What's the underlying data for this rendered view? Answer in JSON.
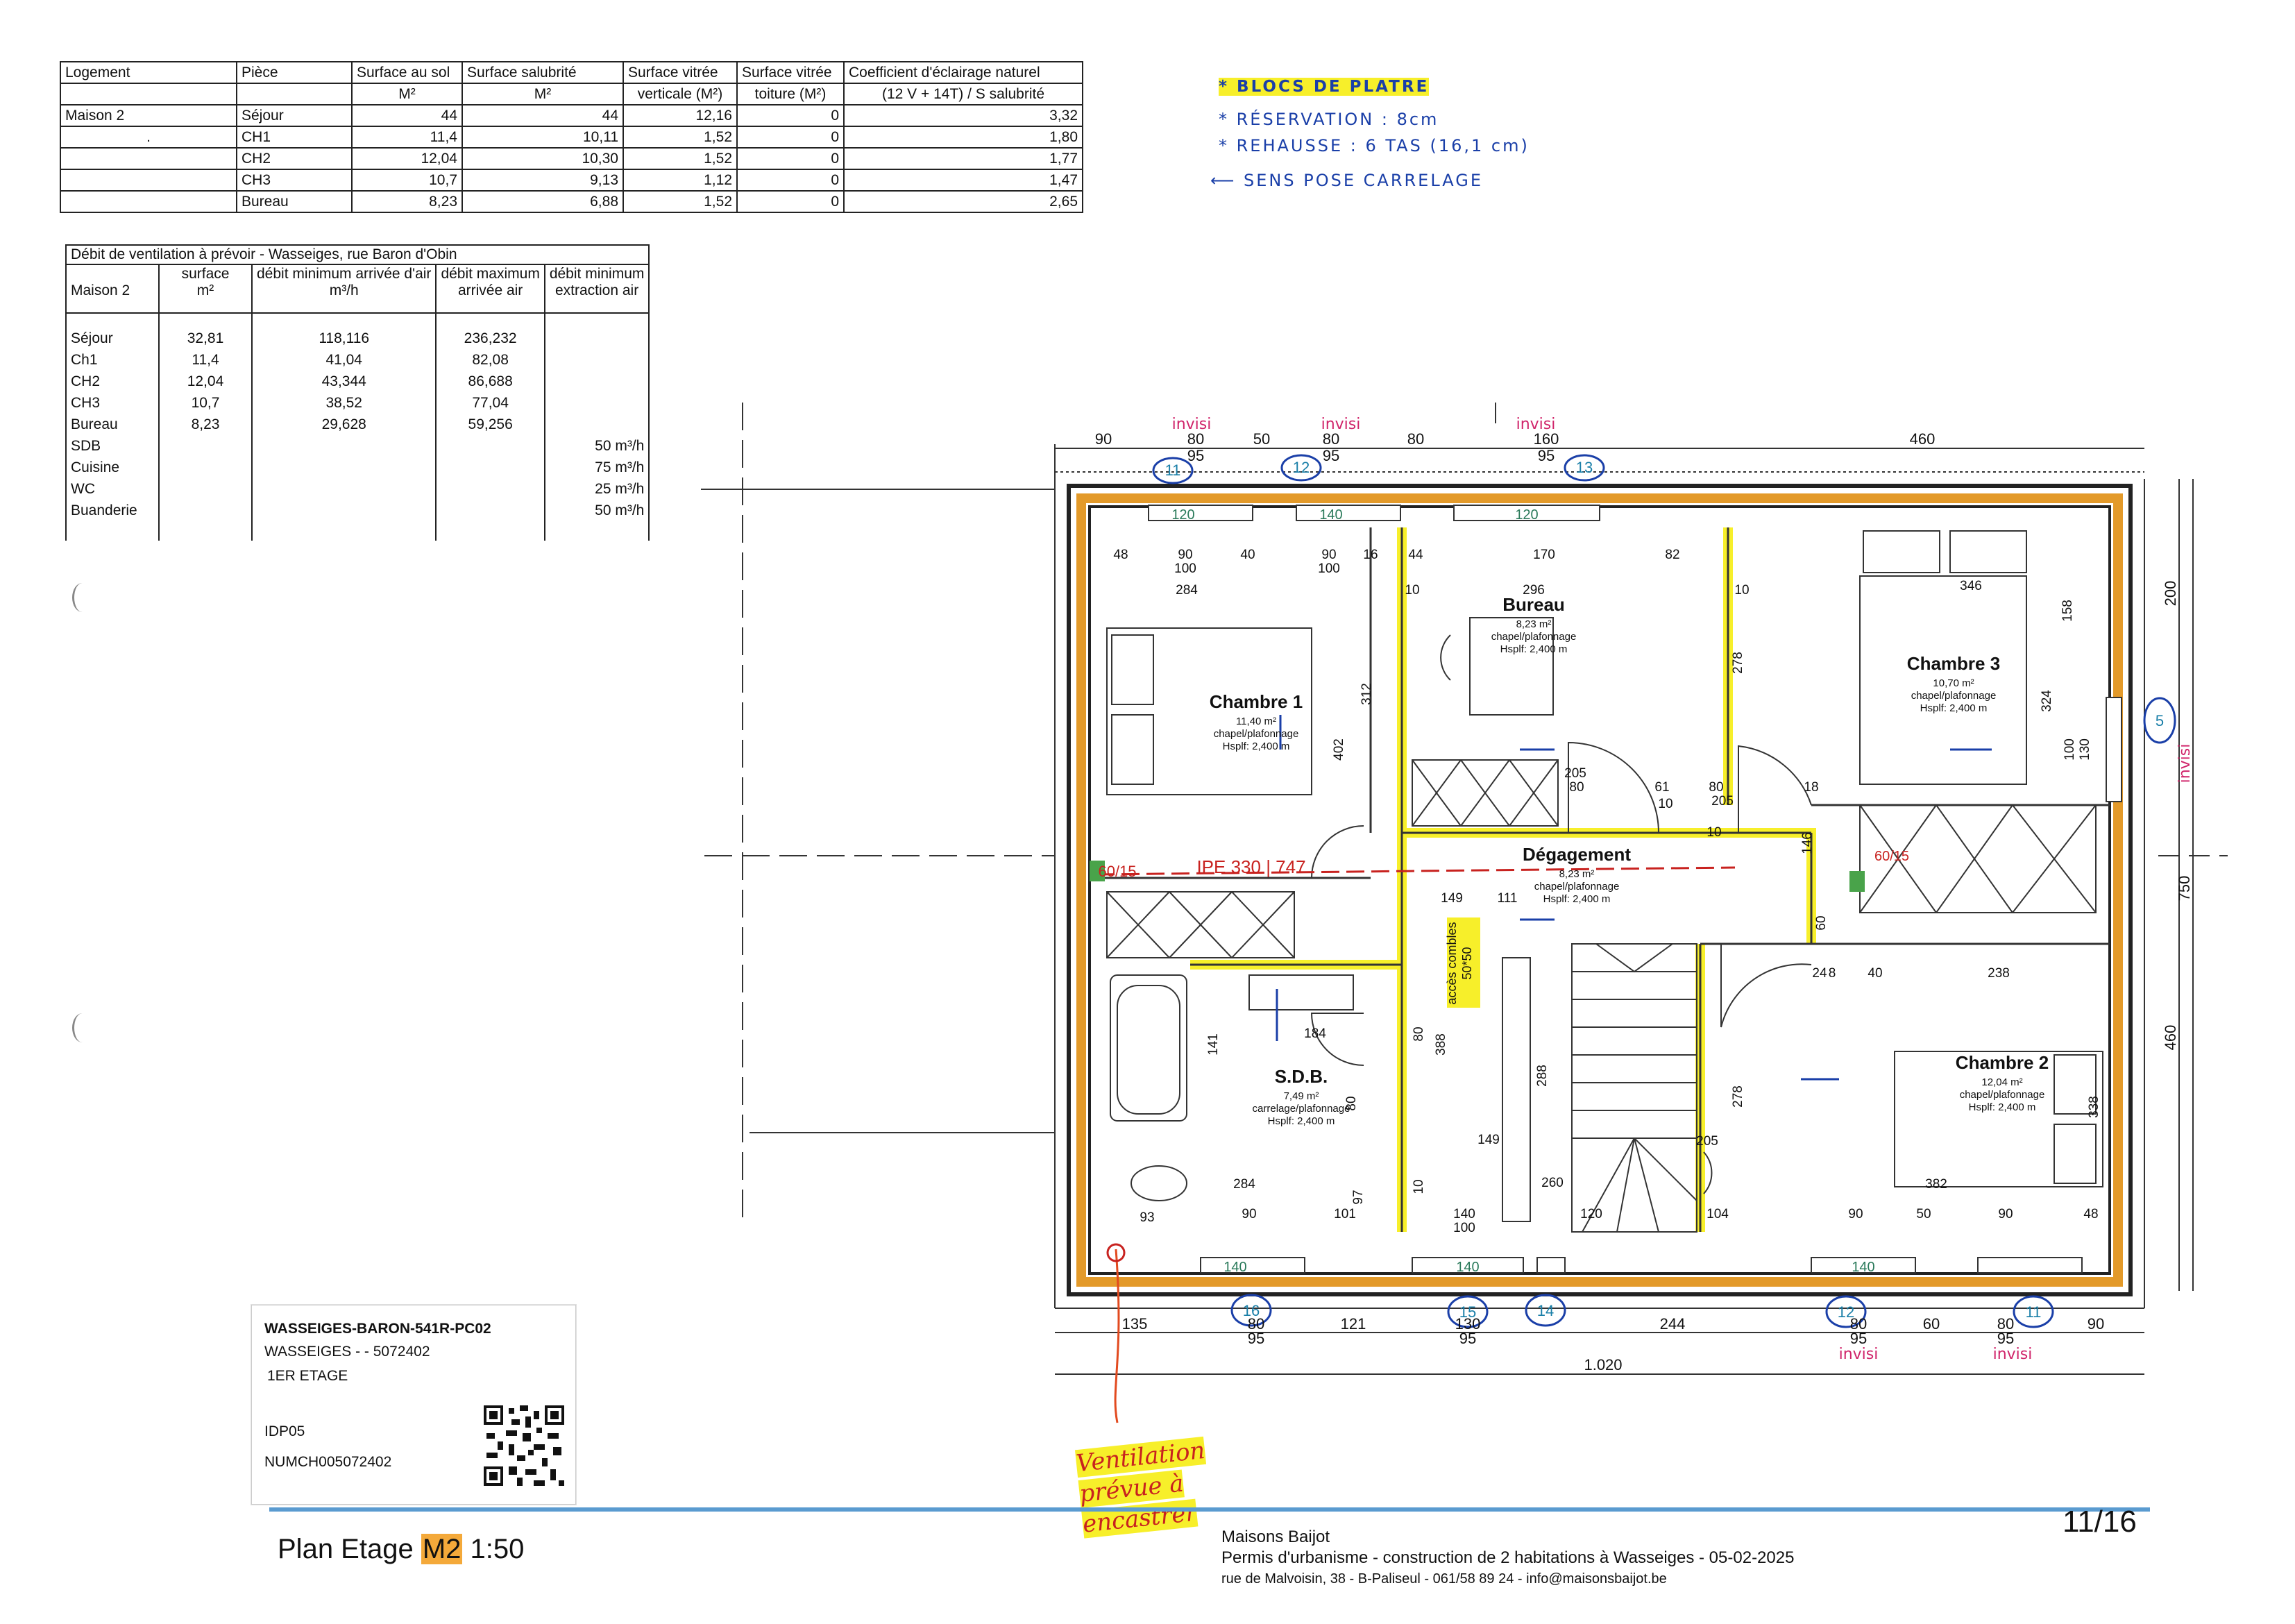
{
  "table_logement": {
    "header1": [
      "Logement",
      "Pièce",
      "Surface au sol",
      "Surface salubrité",
      "Surface vitrée",
      "Surface vitrée",
      "Coefficient d'éclairage naturel"
    ],
    "header2": [
      "",
      "",
      "M²",
      "M²",
      "verticale (M²)",
      "toiture (M²)",
      "(12 V + 14T) / S salubrité"
    ],
    "rows": [
      [
        "Maison 2",
        "Séjour",
        "44",
        "44",
        "12,16",
        "0",
        "3,32"
      ],
      [
        ".",
        "CH1",
        "11,4",
        "10,11",
        "1,52",
        "0",
        "1,80"
      ],
      [
        "",
        "CH2",
        "12,04",
        "10,30",
        "1,52",
        "0",
        "1,77"
      ],
      [
        "",
        "CH3",
        "10,7",
        "9,13",
        "1,12",
        "0",
        "1,47"
      ],
      [
        "",
        "Bureau",
        "8,23",
        "6,88",
        "1,52",
        "0",
        "2,65"
      ]
    ]
  },
  "table_ventilation": {
    "title": "Débit de ventilation à prévoir - Wasseiges, rue Baron d'Obin",
    "col_headers": [
      "Maison 2",
      "surface m²",
      "débit minimum arrivée d'air m³/h",
      "débit maximum arrivée air",
      "débit minimum extraction air"
    ],
    "col_header_lines": [
      [
        "Maison 2",
        ""
      ],
      [
        "surface",
        "m²"
      ],
      [
        "débit minimum arrivée d'air",
        "m³/h"
      ],
      [
        "débit maximum",
        "arrivée air"
      ],
      [
        "débit minimum",
        "extraction air"
      ]
    ],
    "rooms": [
      "Séjour",
      "Ch1",
      "CH2",
      "CH3",
      "Bureau",
      "SDB",
      "Cuisine",
      "WC",
      "Buanderie"
    ],
    "surfaces": [
      "32,81",
      "11,4",
      "12,04",
      "10,7",
      "8,23",
      "",
      "",
      "",
      ""
    ],
    "min_arrivee": [
      "118,116",
      "41,04",
      "43,344",
      "38,52",
      "29,628",
      "",
      "",
      "",
      ""
    ],
    "max_arrivee": [
      "236,232",
      "82,08",
      "86,688",
      "77,04",
      "59,256",
      "",
      "",
      "",
      ""
    ],
    "min_extraction": [
      "",
      "",
      "",
      "",
      "",
      "50 m³/h",
      "75 m³/h",
      "25 m³/h",
      "50 m³/h"
    ]
  },
  "notes": {
    "line1": "* BLOCS DE PLATRE",
    "line2": "* RÉSERVATION : 8cm",
    "line3": "* REHAUSSE : 6 TAS (16,1 cm)",
    "line4": "⟵ SENS POSE CARRELAGE"
  },
  "plan": {
    "rooms": [
      {
        "name": "Chambre 1",
        "area": "11,40 m²",
        "finish": "chapel/plafonnage",
        "height": "Hsplf: 2,400 m"
      },
      {
        "name": "Bureau",
        "area": "8,23 m²",
        "finish": "chapel/plafonnage",
        "height": "Hsplf: 2,400 m"
      },
      {
        "name": "Chambre 3",
        "area": "10,70 m²",
        "finish": "chapel/plafonnage",
        "height": "Hsplf: 2,400 m"
      },
      {
        "name": "Dégagement",
        "area": "8,23 m²",
        "finish": "chapel/plafonnage",
        "height": "Hsplf: 2,400 m"
      },
      {
        "name": "S.D.B.",
        "area": "7,49 m²",
        "finish": "carrelage/plafonnage",
        "height": "Hsplf: 2,400 m"
      },
      {
        "name": "Chambre 2",
        "area": "12,04 m²",
        "finish": "chapel/plafonnage",
        "height": "Hsplf: 2,400 m"
      }
    ],
    "top_dims": [
      "90",
      "80",
      "50",
      "80",
      "80",
      "160",
      "460"
    ],
    "top_sub": [
      "95",
      "95",
      "95"
    ],
    "bottom_dims": [
      "135",
      "80",
      "121",
      "130",
      "244",
      "80",
      "60",
      "80",
      "90"
    ],
    "bottom_sub": [
      "95",
      "95",
      "95",
      "95"
    ],
    "bottom_total": "1.020",
    "right_dims": [
      "200",
      "750",
      "460"
    ],
    "inner_dims": [
      "48",
      "90",
      "40",
      "90",
      "16",
      "44",
      "170",
      "82",
      "100",
      "100",
      "284",
      "296",
      "346",
      "10",
      "10",
      "402",
      "312",
      "278",
      "324",
      "158",
      "100",
      "130",
      "149",
      "111",
      "205",
      "205",
      "80",
      "80",
      "61",
      "10",
      "18",
      "24",
      "8",
      "40",
      "238",
      "338",
      "278",
      "141",
      "184",
      "388",
      "288",
      "149",
      "284",
      "382",
      "93",
      "90",
      "101",
      "97",
      "140",
      "100",
      "260",
      "120",
      "104",
      "90",
      "50",
      "90",
      "48",
      "80",
      "205",
      "80",
      "10",
      "10",
      "60",
      "146"
    ],
    "window_labels": [
      "120",
      "140",
      "120",
      "140",
      "140",
      "140"
    ],
    "markers": [
      "11",
      "12",
      "13",
      "5",
      "16",
      "15",
      "14",
      "12",
      "11"
    ],
    "invisi": [
      "invisi",
      "invisi",
      "invisi",
      "invisi",
      "invisi",
      "invisi"
    ],
    "red_notes": [
      "60/15",
      "IPE 330 | 747",
      "60/15"
    ],
    "combles": [
      "accès combles",
      "50*50"
    ],
    "vent_note": "Ventilation prévue à encastrer"
  },
  "title_block": {
    "code": "WASSEIGES-BARON-541R-PC02",
    "location": "WASSEIGES - - 5072402",
    "level": "1ER ETAGE",
    "idp": "IDP05",
    "numch": "NUMCH005072402"
  },
  "footer": {
    "plan_prefix": "Plan Etage ",
    "plan_house": "M2",
    "plan_scale": " 1:50",
    "company": "Maisons Baijot",
    "project": "Permis d'urbanisme - construction de 2 habitations à Wasseiges - 05-02-2025",
    "address": "rue de Malvoisin, 38 - B-Paliseul - 061/58 89 24 - info@maisonsbaijot.be",
    "page": "11/16"
  },
  "colors": {
    "wall_outer": "#e39a2a",
    "highlight": "#f7ef2a",
    "annotation_blue": "#1a3fa8",
    "annotation_red": "#c8221f",
    "annotation_pink": "#d0246a",
    "accent_line": "#5a9bd0"
  }
}
